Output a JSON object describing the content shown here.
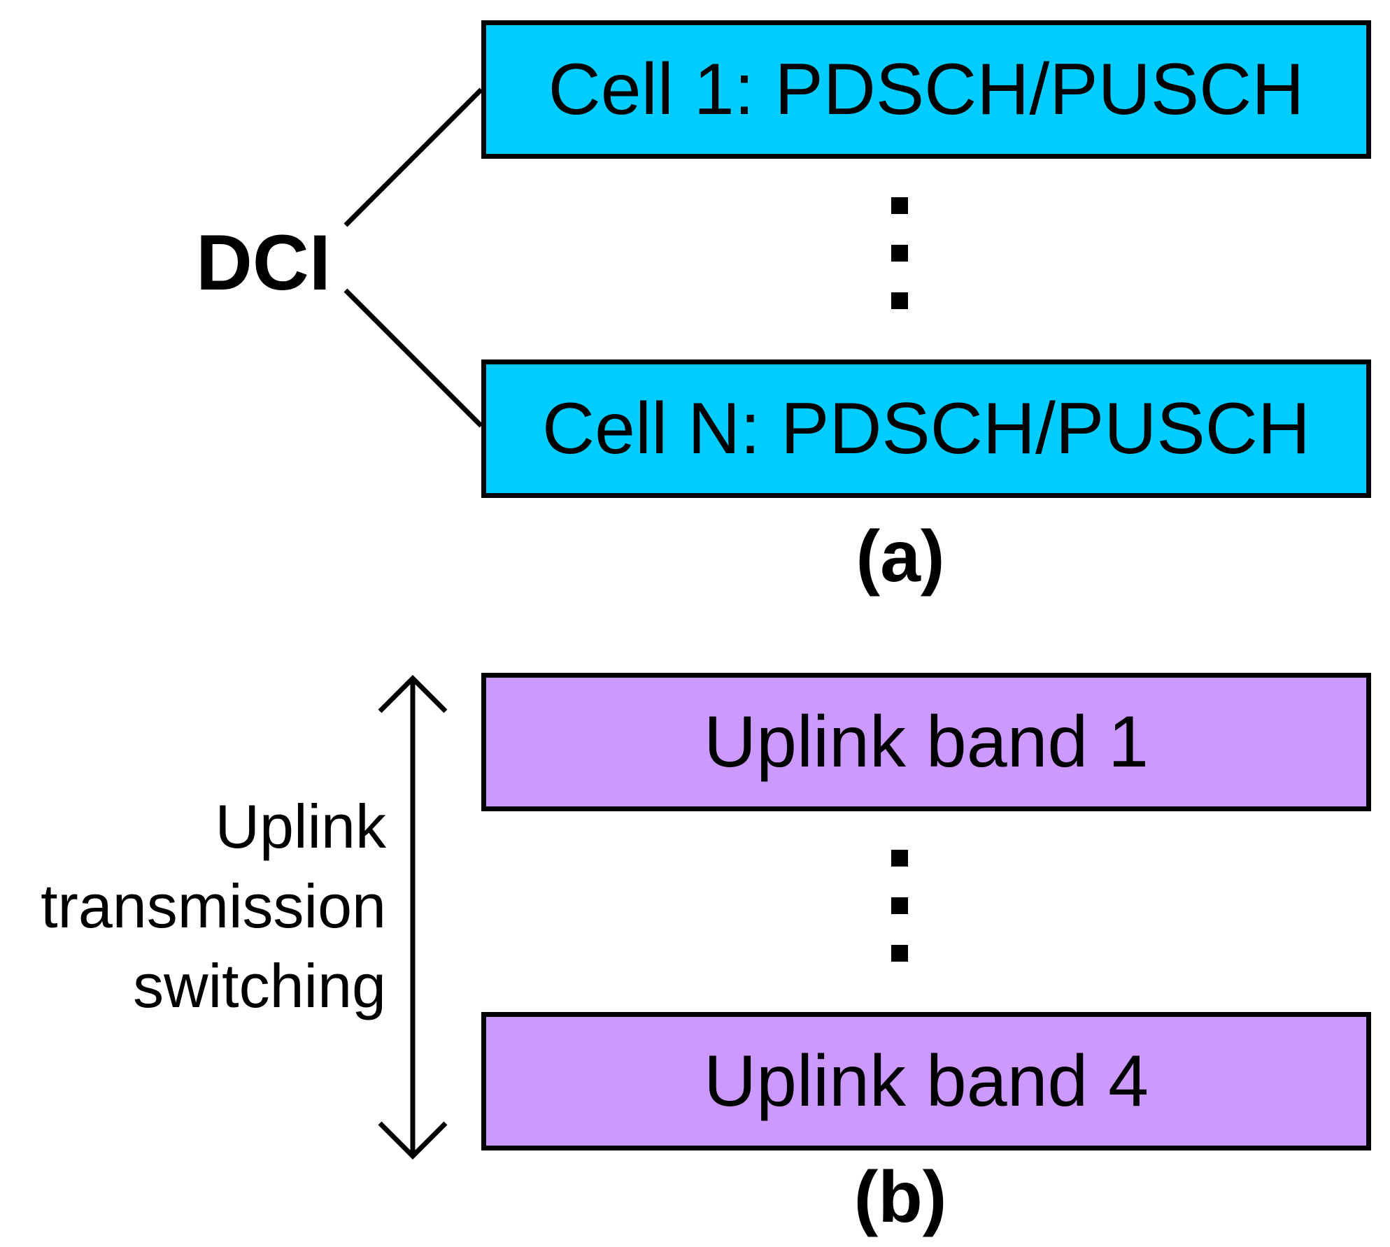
{
  "panel_a": {
    "source_label": "DCI",
    "top_box_text": "Cell 1: PDSCH/PUSCH",
    "bottom_box_text": "Cell N: PDSCH/PUSCH",
    "box_color": "#00ccff",
    "caption": "(a)"
  },
  "panel_b": {
    "side_label_lines": [
      "Uplink",
      "transmission",
      "switching"
    ],
    "top_box_text": "Uplink band 1",
    "bottom_box_text": "Uplink band 4",
    "box_color": "#cc99ff",
    "caption": "(b)"
  }
}
